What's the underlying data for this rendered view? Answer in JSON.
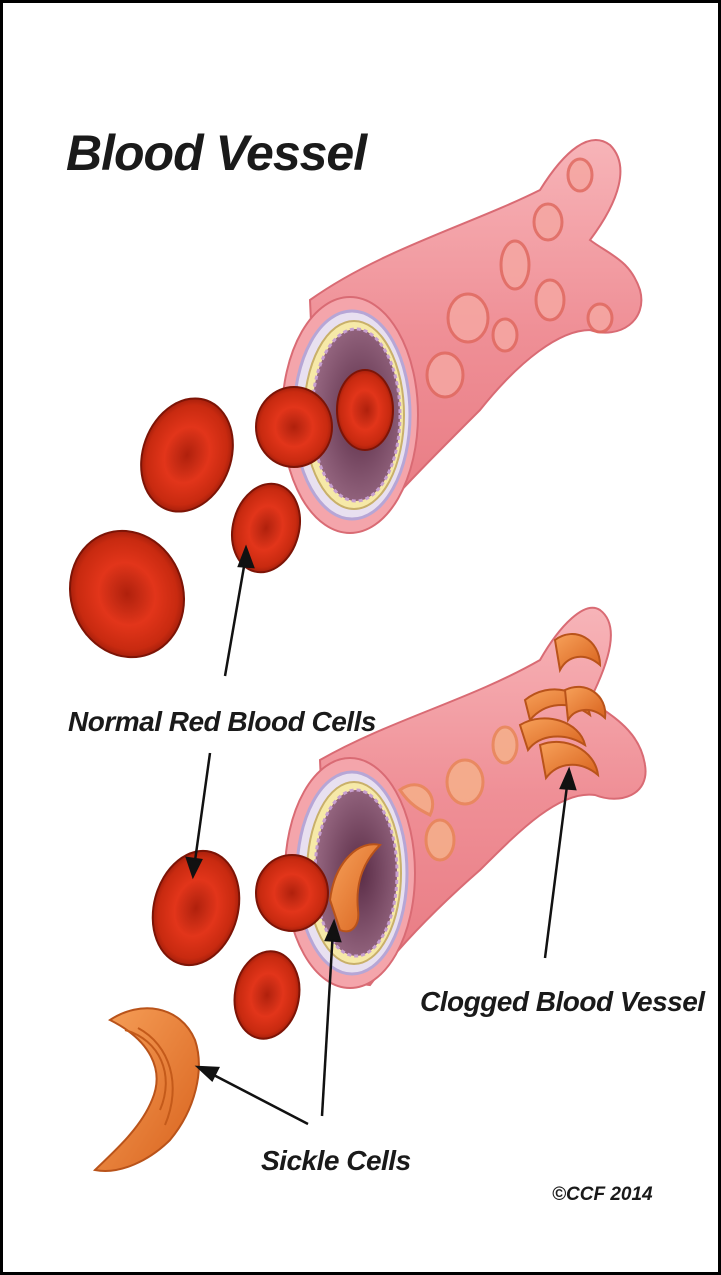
{
  "title": "Blood Vessel",
  "labels": {
    "normal_cells": "Normal Red Blood Cells",
    "sickle_cells": "Sickle Cells",
    "clogged_vessel": "Clogged Blood Vessel"
  },
  "copyright": "©CCF 2014",
  "colors": {
    "vessel_wall": "#f08f95",
    "vessel_inner": "#7a4a63",
    "red_cell": "#d42a12",
    "sickle_cell": "#e8792a"
  }
}
